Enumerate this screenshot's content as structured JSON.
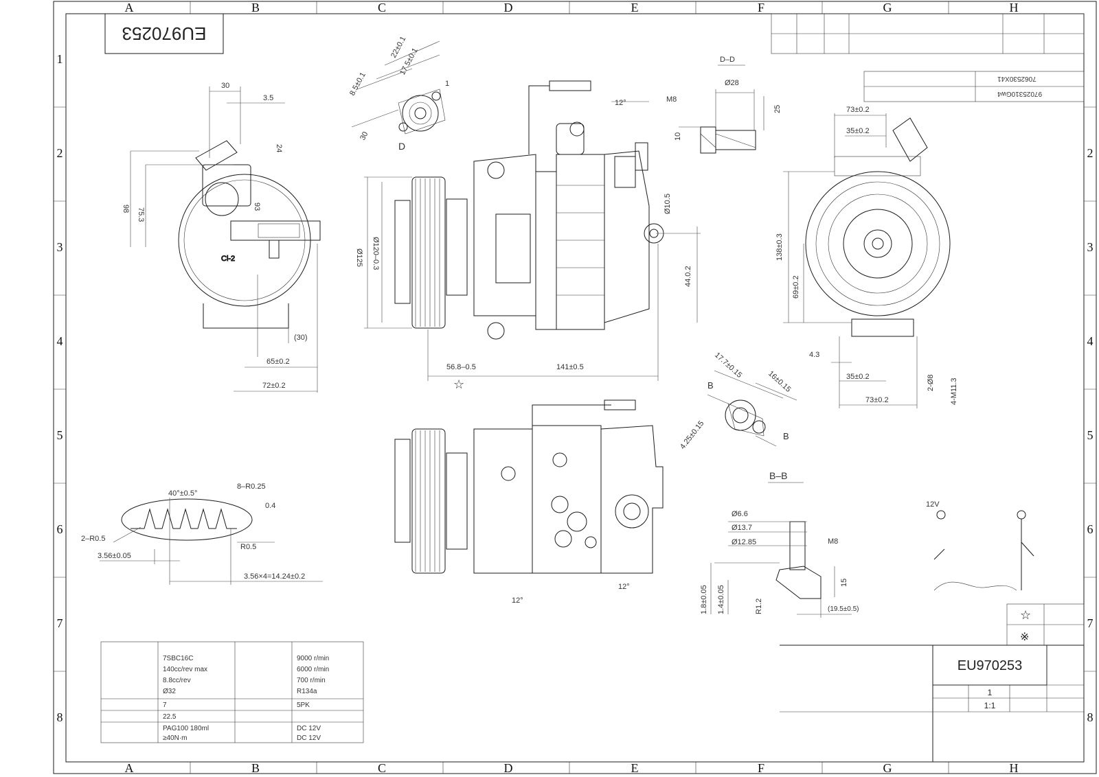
{
  "drawing": {
    "part_number_mirrored": "EU970253",
    "title_block": {
      "part_number": "EU970253",
      "sheet": "1",
      "scale": "1:1"
    },
    "symbols": {
      "star": "☆",
      "ref": "※"
    }
  },
  "grid": {
    "columns": [
      "A",
      "B",
      "C",
      "D",
      "E",
      "F",
      "G",
      "H"
    ],
    "columns_bottom": [
      "A",
      "B",
      "C",
      "D",
      "E",
      "F",
      "G",
      "H"
    ],
    "rows": [
      "1",
      "2",
      "3",
      "4",
      "5",
      "6",
      "7",
      "8"
    ]
  },
  "view_labels": {
    "section_dd": "D–D",
    "section_bb": "B–B",
    "arrow_d": "D",
    "arrow_b_top": "B",
    "arrow_b_bottom": "B",
    "voltage": "12V",
    "view_tag": "Cl-2"
  },
  "dimensions": {
    "left_view": [
      "30",
      "3.5",
      "24",
      "98",
      "75.3",
      "93",
      "(30)",
      "65±0.2",
      "72±0.2"
    ],
    "top_detail": [
      "22±0.1",
      "17.5±0.1",
      "8.5±0.1",
      "30",
      "1"
    ],
    "front_view": [
      "Ø125",
      "Ø120–0.3",
      "56.8–0.5",
      "141±0.5",
      "Ø10.5",
      "44.0.2"
    ],
    "section_dd": [
      "M8",
      "Ø28",
      "25",
      "10"
    ],
    "right_view": [
      "73±0.2",
      "35±0.2",
      "138±0.3",
      "69±0.2",
      "4.3",
      "35±0.2",
      "73±0.2",
      "2-Ø8",
      "4-M11.3"
    ],
    "bb_view": [
      "17.7±0.15",
      "16±0.15",
      "4.25±0.15"
    ],
    "groove_detail": [
      "40°±0.5°",
      "8–R0.25",
      "0.4",
      "2–R0.5",
      "R0.5",
      "3.56±0.05",
      "3.56×4=14.24±0.2"
    ],
    "fitting_detail": [
      "Ø6.6",
      "Ø13.7",
      "Ø12.85",
      "M8",
      "15",
      "1.8±0.05",
      "1.4±0.05",
      "R1.2",
      "(19.5±0.5)"
    ],
    "clutch_note": [
      "12°",
      "12°"
    ]
  },
  "spec_table": {
    "left_col": [
      "7SBC16C",
      "140cc/rev max",
      "8.8cc/rev",
      "Ø32",
      "7",
      "22.5",
      "PAG100 180ml",
      "≥40N·m"
    ],
    "right_col": [
      "9000 r/min",
      "6000 r/min",
      "700 r/min",
      "R134a",
      "5PK",
      "",
      "DC 12V",
      "DC 12V"
    ]
  },
  "connector_table": {
    "rows": [
      "7062530X41",
      "97025310Gw4"
    ]
  }
}
